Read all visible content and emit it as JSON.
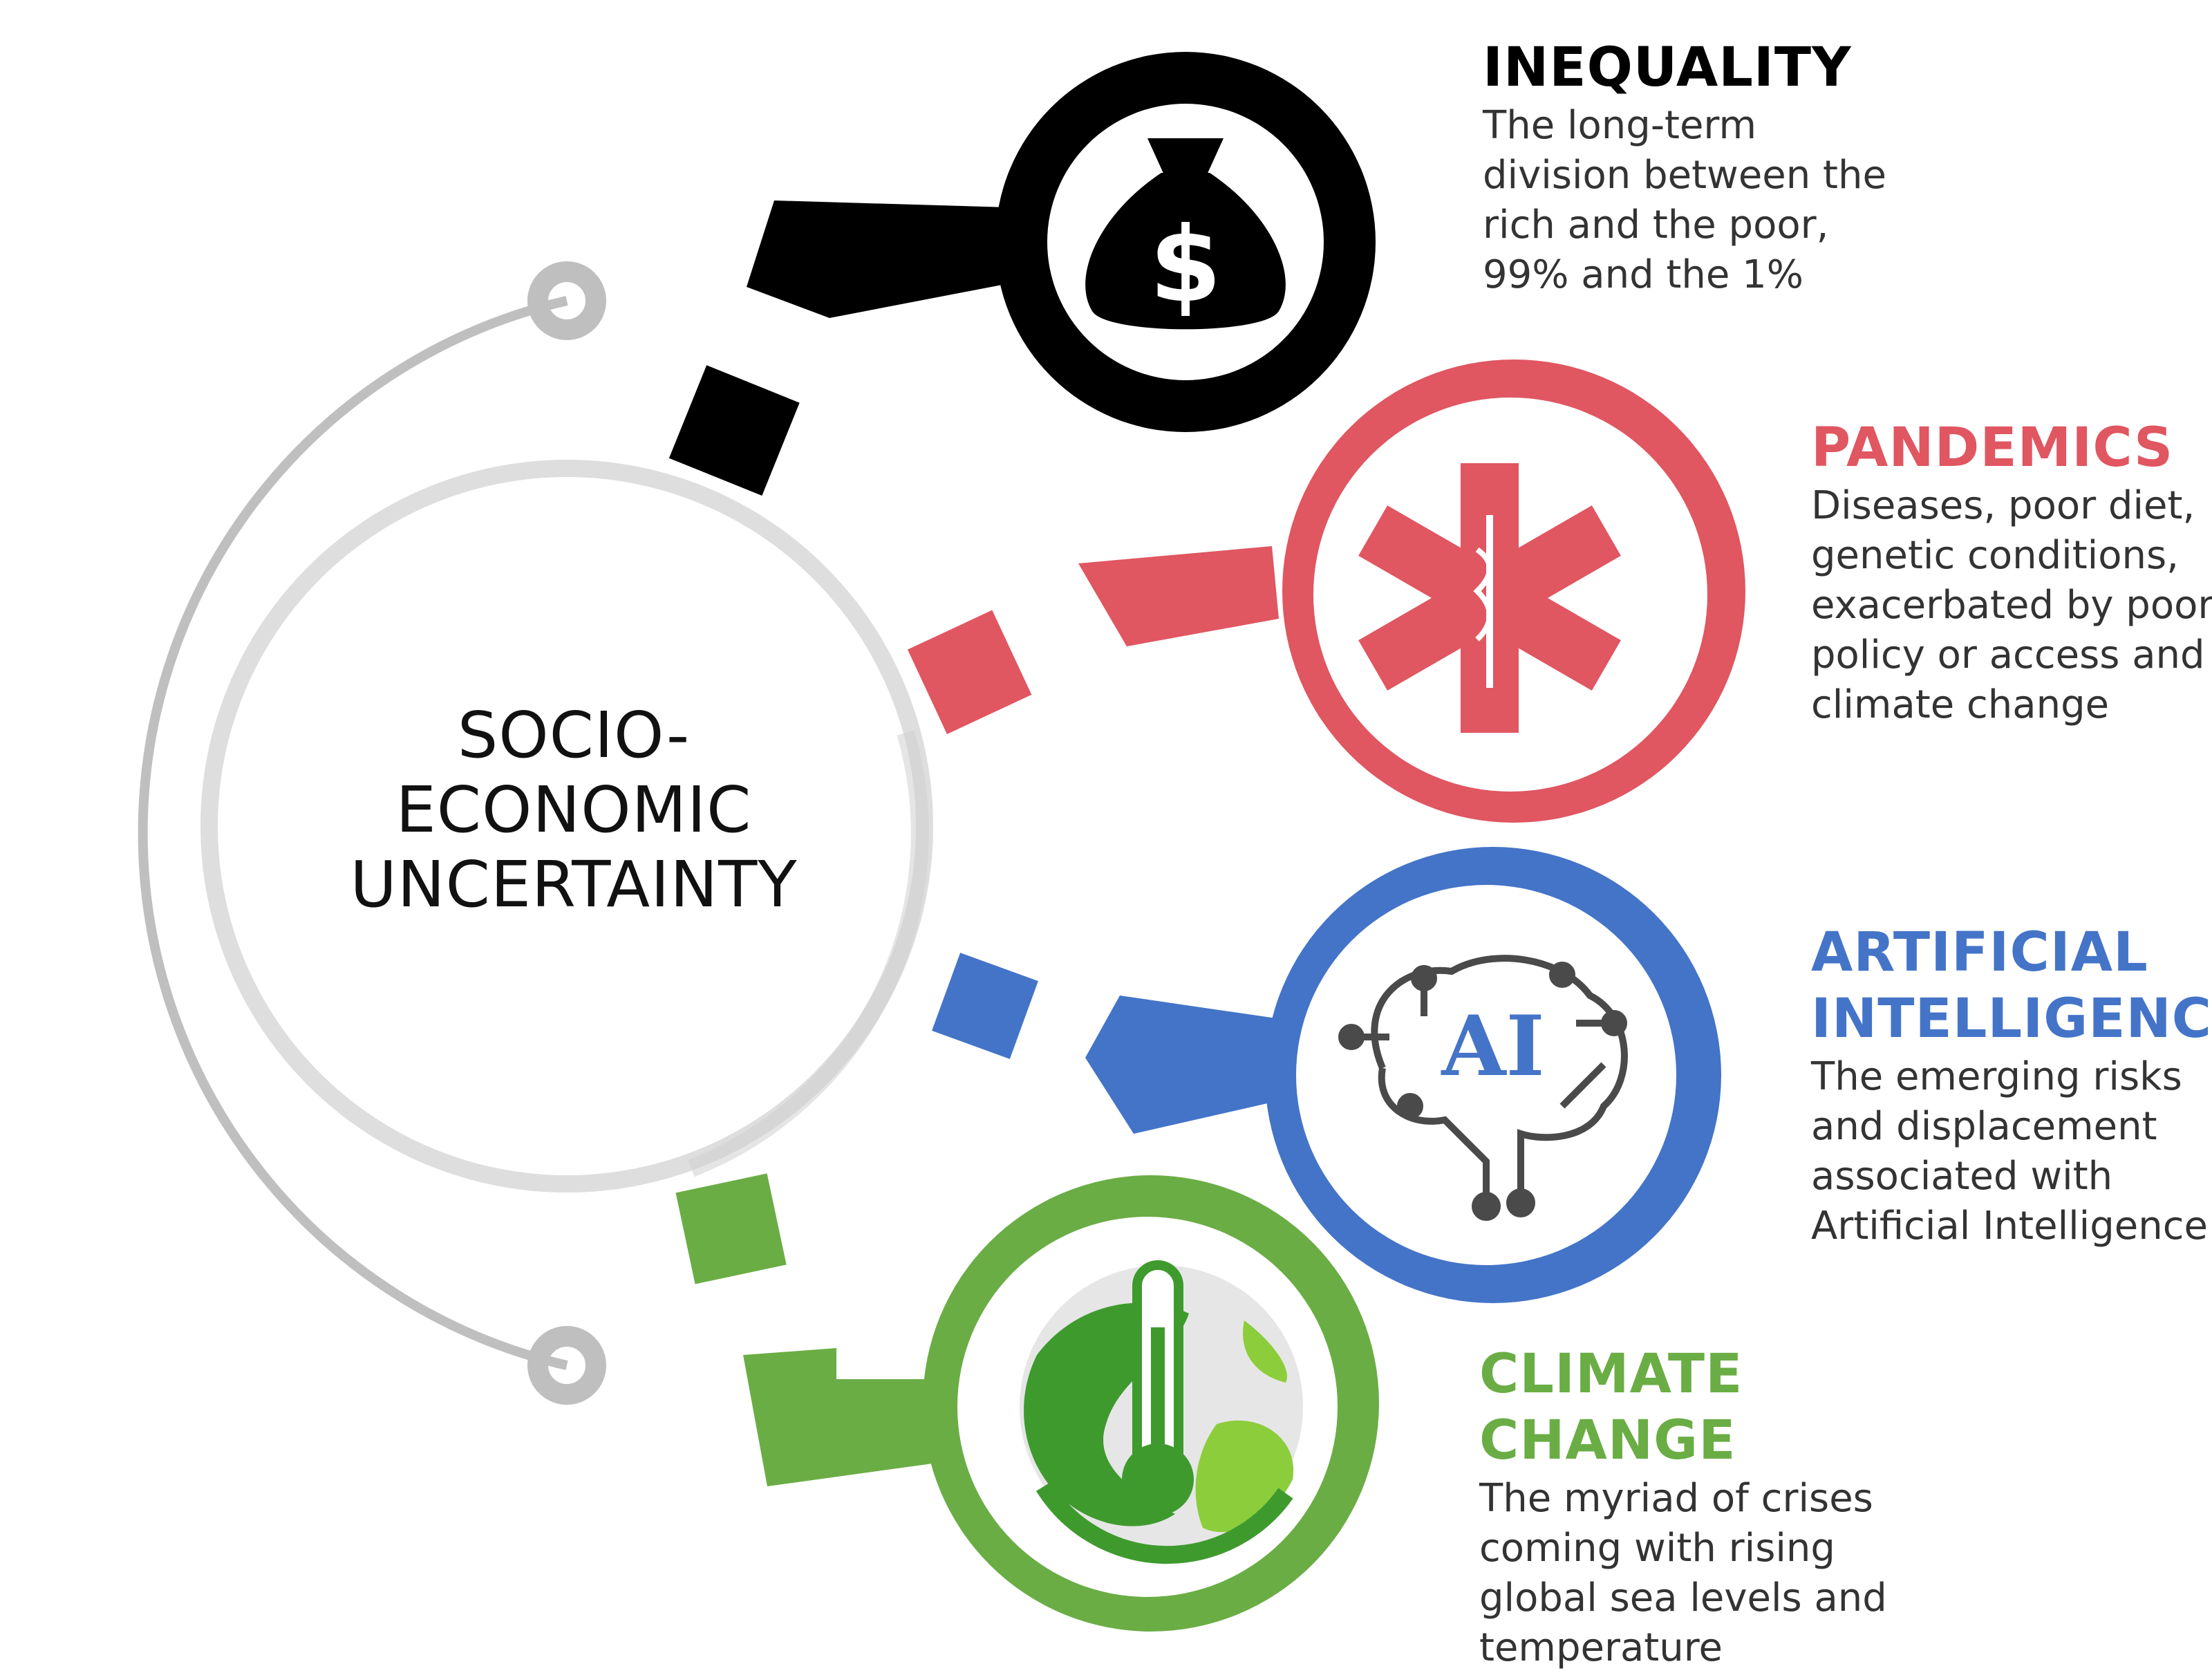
{
  "colors": {
    "track": "#bfbfbf",
    "center_ring": "#dedede",
    "inequality": "#000000",
    "pandemics": "#e05661",
    "ai": "#4474c8",
    "climate": "#6aad45"
  },
  "center": {
    "lines": [
      "SOCIO-",
      "ECONOMIC",
      "UNCERTAINTY"
    ]
  },
  "items": [
    {
      "key": "inequality",
      "icon": "money-bag-icon",
      "icon_glyph": "$",
      "title_lines": [
        "INEQUALITY"
      ],
      "desc_lines": [
        "The long-term",
        "division between the",
        "rich and the poor,",
        "99% and the 1%"
      ]
    },
    {
      "key": "pandemics",
      "icon": "star-of-life-icon",
      "title_lines": [
        "PANDEMICS"
      ],
      "desc_lines": [
        "Diseases, poor diet,",
        "genetic conditions,",
        "exacerbated by poor",
        "policy or access and",
        "climate change"
      ]
    },
    {
      "key": "ai",
      "icon": "ai-brain-circuit-icon",
      "icon_glyph": "AI",
      "title_lines": [
        "ARTIFICIAL",
        "INTELLIGENCE"
      ],
      "desc_lines": [
        "The emerging risks",
        "and displacement",
        "associated with",
        "Artificial Intelligence"
      ]
    },
    {
      "key": "climate",
      "icon": "globe-thermometer-icon",
      "title_lines": [
        "CLIMATE",
        "CHANGE"
      ],
      "desc_lines": [
        "The myriad of crises",
        "coming with rising",
        "global sea levels and",
        "temperature"
      ]
    }
  ]
}
